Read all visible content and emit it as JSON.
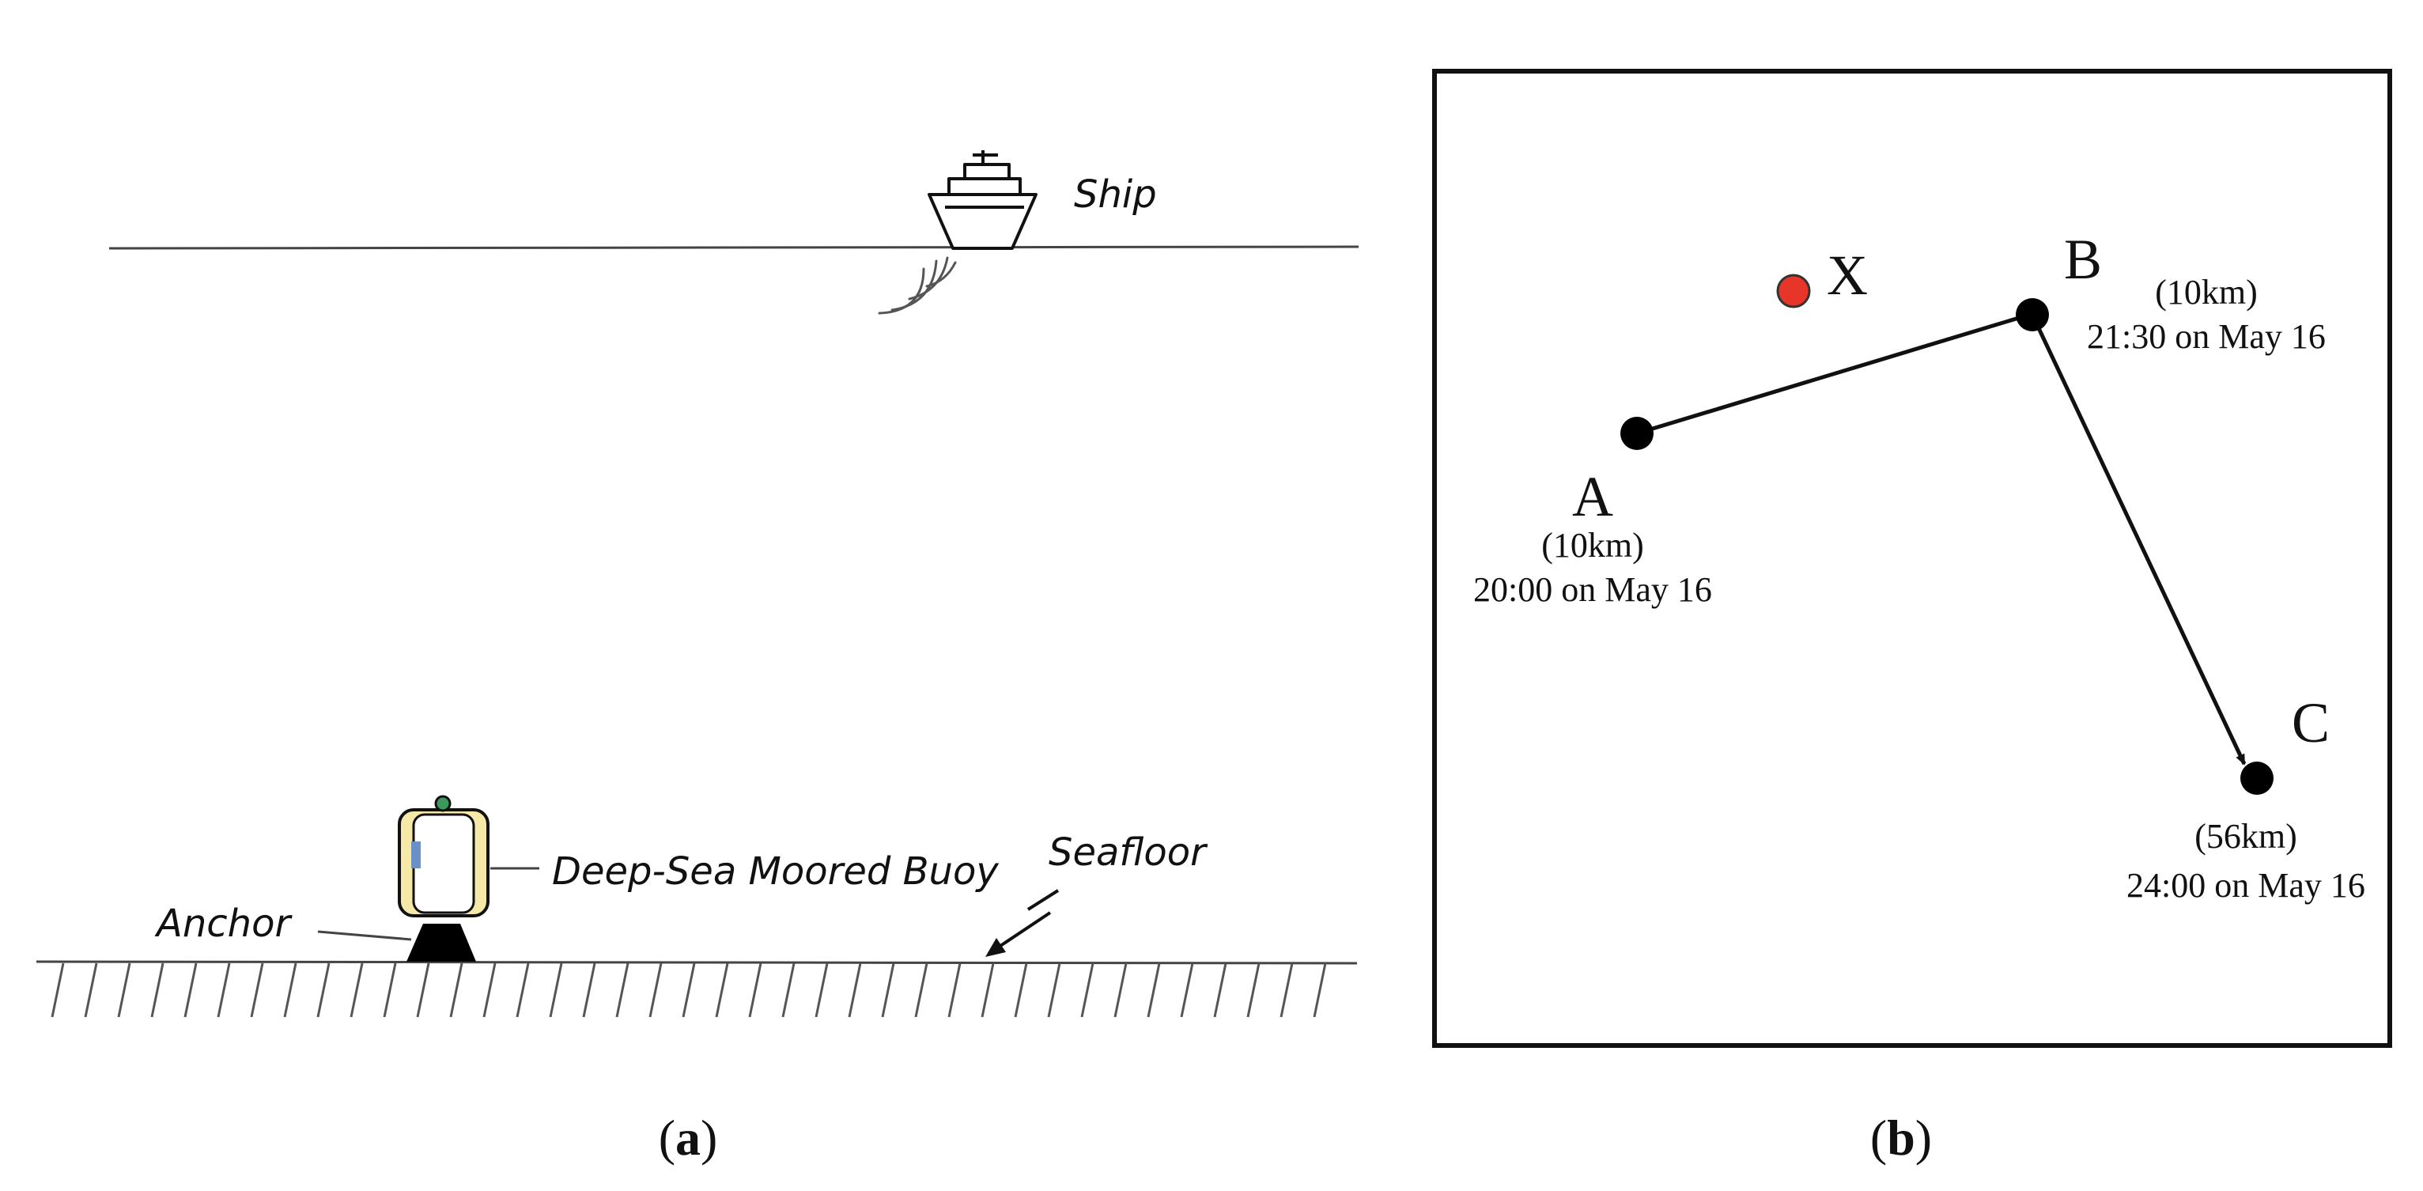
{
  "panel_a": {
    "ship_label": "Ship",
    "buoy_label": "Deep-Sea Moored Buoy",
    "anchor_label": "Anchor",
    "seafloor_label": "Seafloor",
    "caption_prefix": "(",
    "caption_letter": "a",
    "caption_suffix": ")"
  },
  "panel_b": {
    "target": {
      "label": "X"
    },
    "points": [
      {
        "id": "A",
        "distance": "(10km)",
        "time": "20:00 on May 16"
      },
      {
        "id": "B",
        "distance": "(10km)",
        "time": "21:30 on May 16"
      },
      {
        "id": "C",
        "distance": "(56km)",
        "time": "24:00 on May 16"
      }
    ],
    "caption_prefix": "(",
    "caption_letter": "b",
    "caption_suffix": ")"
  },
  "colors": {
    "target": "#e8352a",
    "buoy_body": "#f6e9a8",
    "buoy_panel": "#6b8fc7",
    "buoy_top": "#3a9a5b"
  }
}
